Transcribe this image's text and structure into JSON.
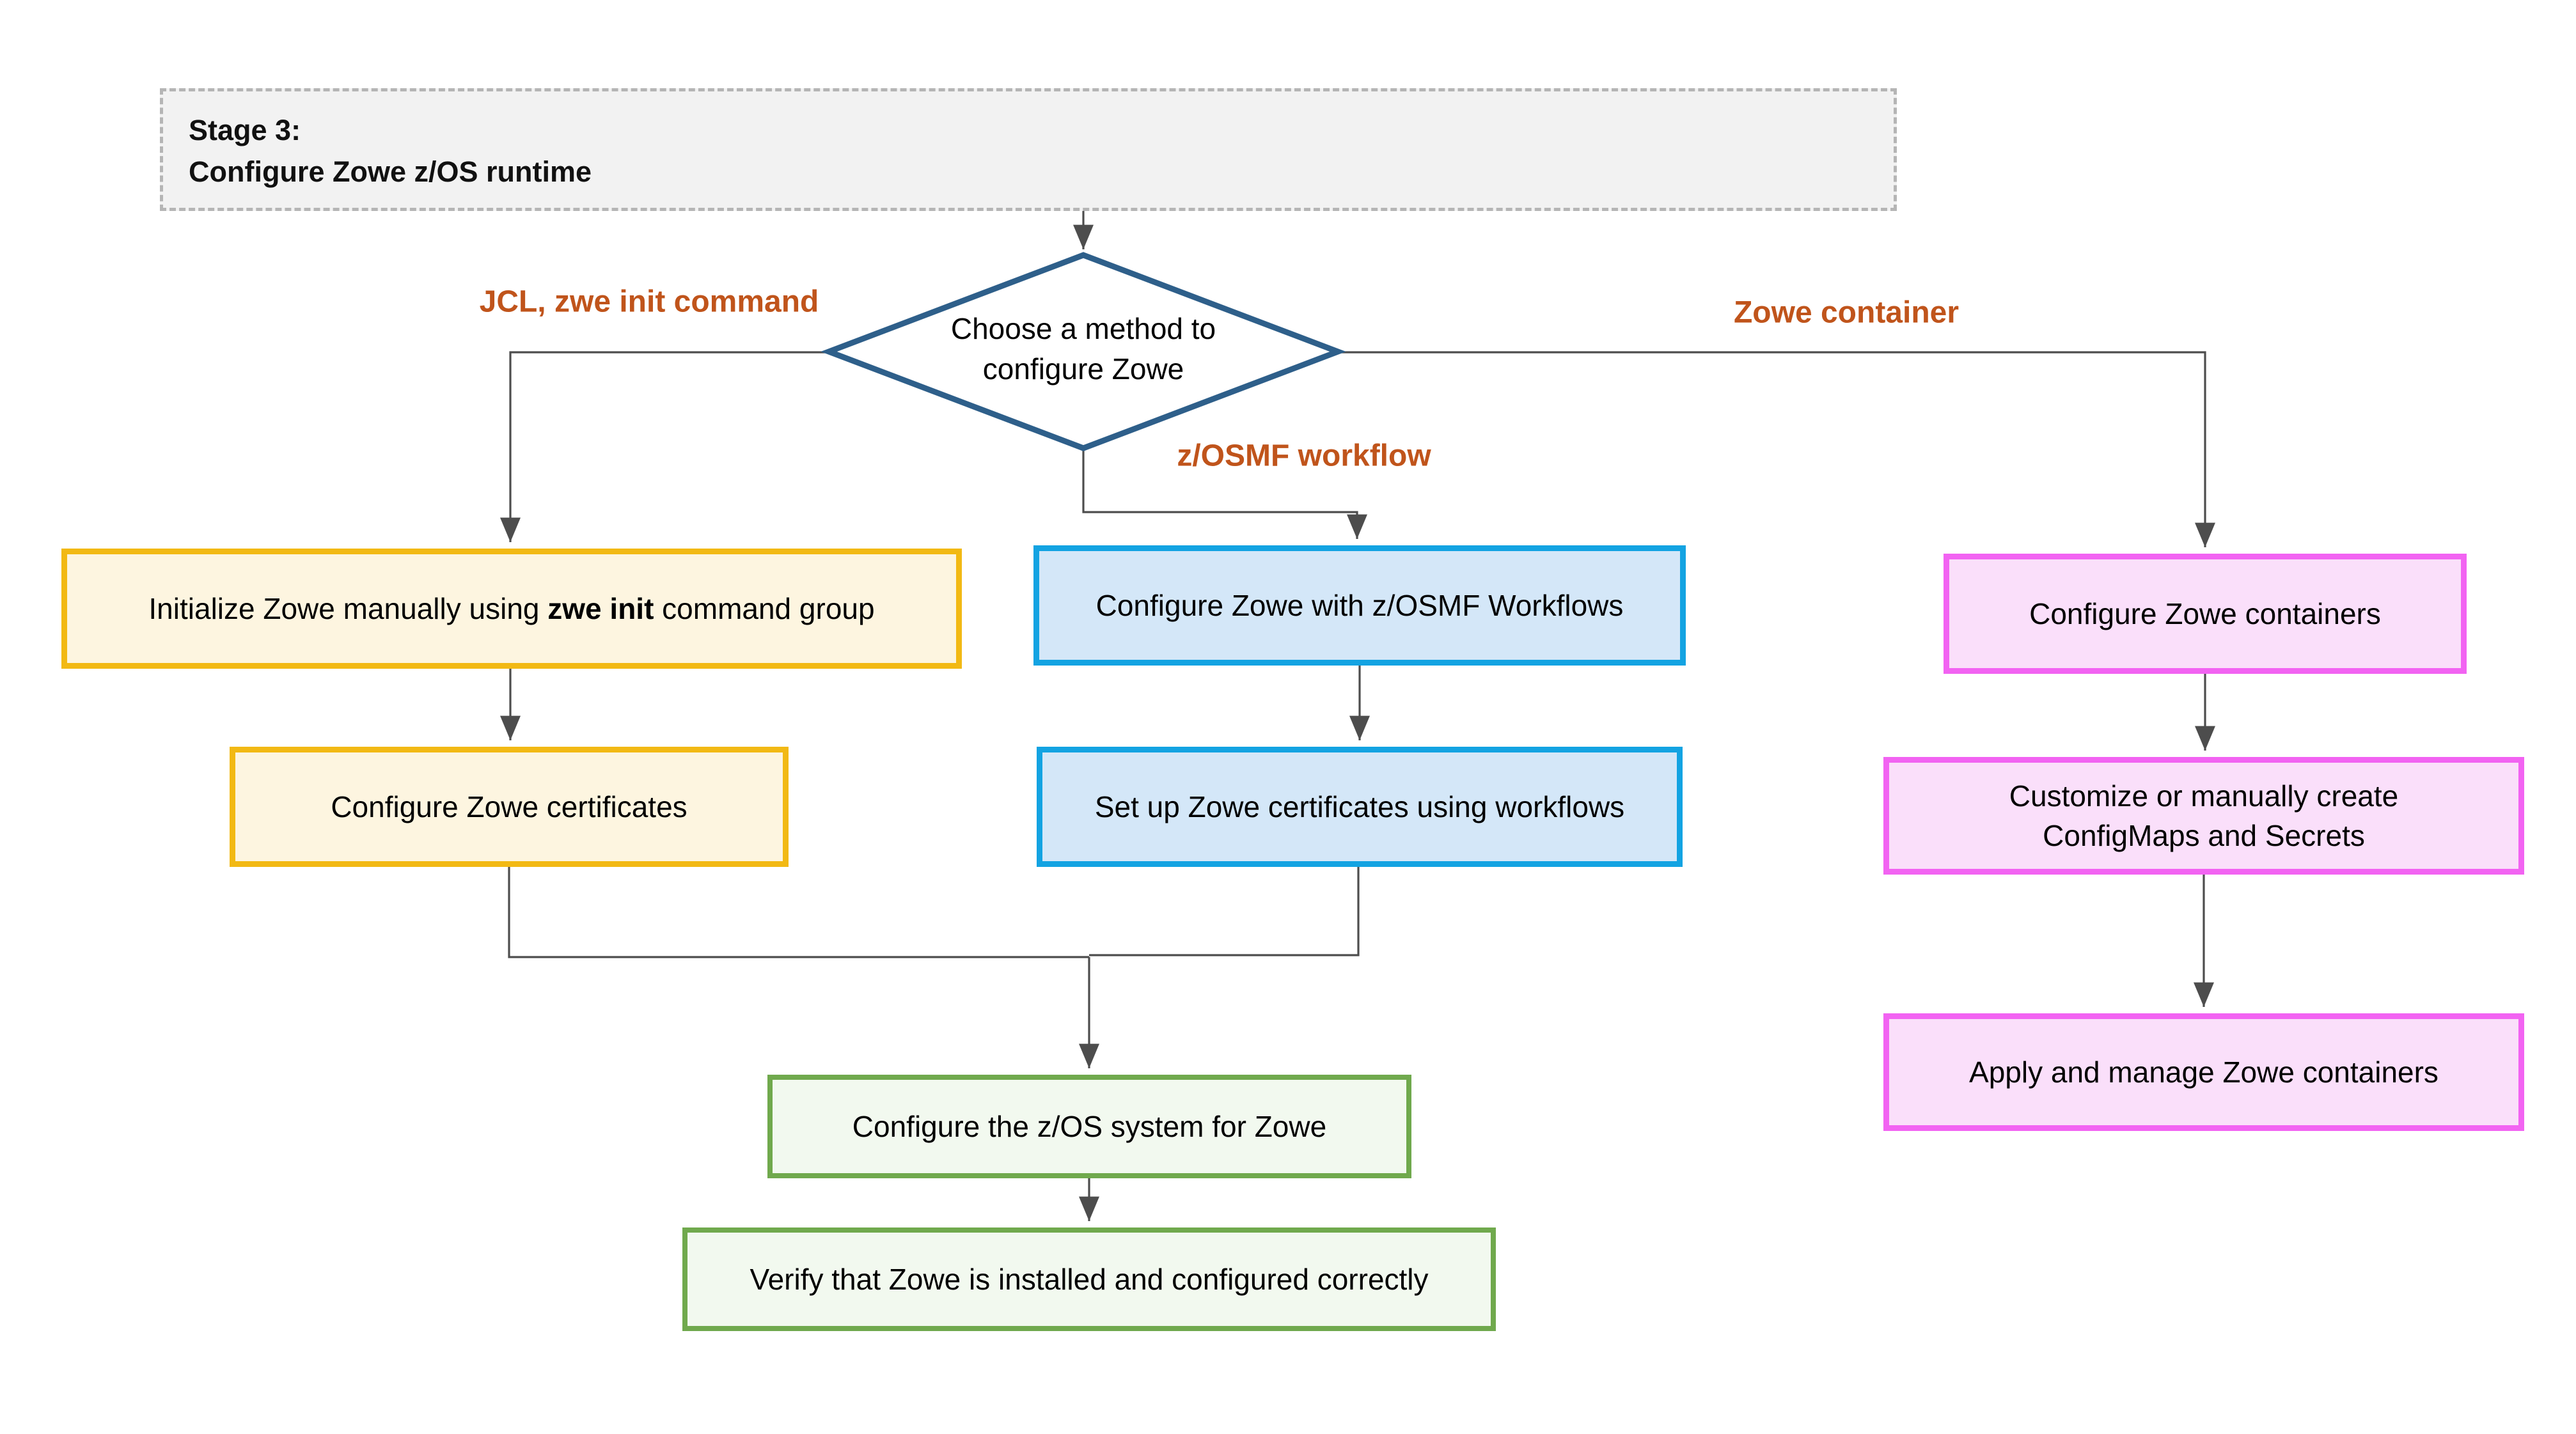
{
  "title_box": {
    "line1": "Stage 3:",
    "line2": "Configure Zowe z/OS runtime"
  },
  "decision": {
    "line1": "Choose a method to",
    "line2": "configure Zowe"
  },
  "branch_labels": {
    "left": "JCL, zwe init command",
    "middle": "z/OSMF workflow",
    "right": "Zowe container"
  },
  "nodes": {
    "init_manual": {
      "prefix": "Initialize Zowe manually using ",
      "bold": "zwe init",
      "suffix": " command group"
    },
    "config_certs": "Configure Zowe certificates",
    "zosmf_workflows": "Configure Zowe with z/OSMF Workflows",
    "certs_workflows": "Set up Zowe certificates using workflows",
    "config_containers": "Configure Zowe containers",
    "configmaps": {
      "line1": "Customize or manually create",
      "line2": "ConfigMaps and Secrets"
    },
    "apply_containers": "Apply and manage Zowe containers",
    "config_zos": "Configure the z/OS system for Zowe",
    "verify": "Verify that Zowe is installed and configured correctly"
  },
  "colors": {
    "branch_label_orange": "#c0541b",
    "decision_border_blue": "#2e5f8a",
    "connector_gray": "#4d4d4d",
    "manual_branch_border": "#f2b914",
    "manual_branch_fill": "#fdf5e0",
    "workflow_branch_border": "#13a3e2",
    "workflow_branch_fill": "#d4e7f8",
    "container_branch_border": "#f263f2",
    "container_branch_fill": "#fadffa",
    "shared_step_border": "#70a94d",
    "shared_step_fill": "#f2f9ef",
    "title_box_fill": "#f2f2f2",
    "title_box_border": "#b5b5b5"
  }
}
